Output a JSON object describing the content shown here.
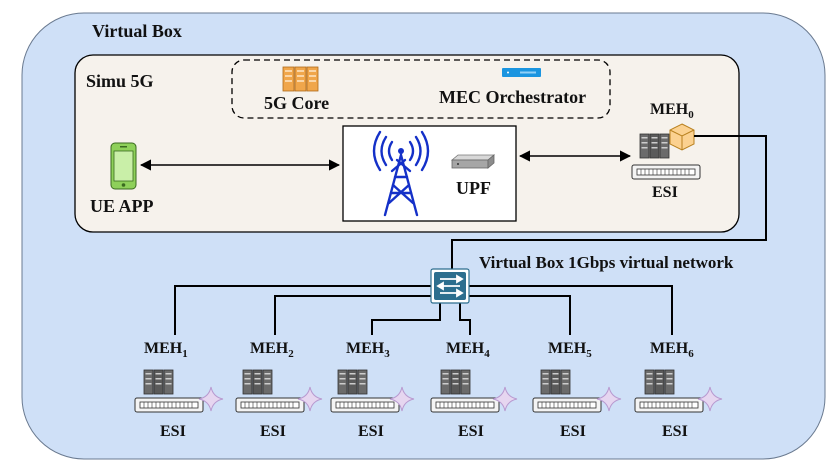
{
  "outer_box": {
    "label": "Virtual Box"
  },
  "simu_box": {
    "label": "Simu 5G"
  },
  "core": {
    "label": "5G Core"
  },
  "mec": {
    "label": "MEC Orchestrator"
  },
  "ue": {
    "label": "UE APP"
  },
  "upf": {
    "label": "UPF"
  },
  "meh0": {
    "base": "MEH",
    "sub": "0",
    "esi": "ESI"
  },
  "network": {
    "label": "Virtual Box 1Gbps virtual network"
  },
  "mehs": [
    {
      "base": "MEH",
      "sub": "1",
      "esi": "ESI"
    },
    {
      "base": "MEH",
      "sub": "2",
      "esi": "ESI"
    },
    {
      "base": "MEH",
      "sub": "3",
      "esi": "ESI"
    },
    {
      "base": "MEH",
      "sub": "4",
      "esi": "ESI"
    },
    {
      "base": "MEH",
      "sub": "5",
      "esi": "ESI"
    },
    {
      "base": "MEH",
      "sub": "6",
      "esi": "ESI"
    }
  ],
  "colors": {
    "outer_fill": "#cfe0f7",
    "simu_fill": "#f6f2ec",
    "server_orange": "#f0a64b",
    "cube_fill": "#fbd190",
    "tower_blue": "#1430c8",
    "mec_blue": "#1b95e0",
    "phone_green": "#8ed05a",
    "switch_blue": "#2c6e8e",
    "star_fill": "#e6d6f0",
    "star_stroke": "#b89ad0"
  }
}
